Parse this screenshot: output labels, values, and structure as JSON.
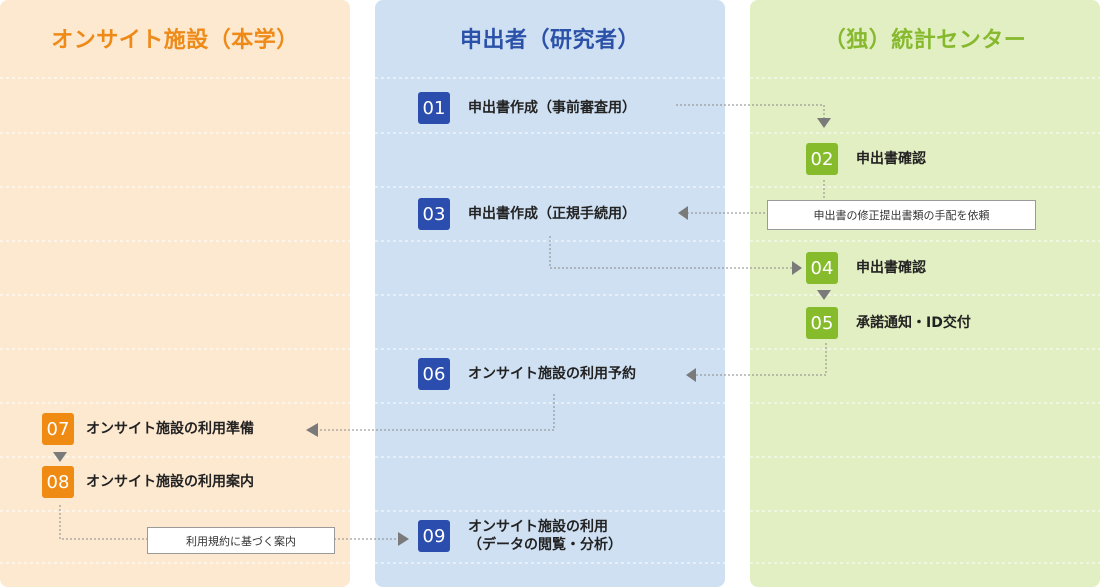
{
  "lanes": {
    "facility": "オンサイト施設（本学）",
    "applicant": "申出者（研究者）",
    "center": "（独）統計センター"
  },
  "steps": {
    "s01": {
      "num": "01",
      "label": "申出書作成（事前審査用）"
    },
    "s02": {
      "num": "02",
      "label": "申出書確認"
    },
    "s03": {
      "num": "03",
      "label": "申出書作成（正規手続用）"
    },
    "s04": {
      "num": "04",
      "label": "申出書確認"
    },
    "s05": {
      "num": "05",
      "label": "承諾通知・ID交付"
    },
    "s06": {
      "num": "06",
      "label": "オンサイト施設の利用予約"
    },
    "s07": {
      "num": "07",
      "label": "オンサイト施設の利用準備"
    },
    "s08": {
      "num": "08",
      "label": "オンサイト施設の利用案内"
    },
    "s09": {
      "num": "09",
      "label_line1": "オンサイト施設の利用",
      "label_line2": "（データの閲覧・分析）"
    }
  },
  "notes": {
    "revision_request": "申出書の修正提出書類の手配を依頼",
    "terms_guide": "利用規約に基づく案内"
  },
  "colors": {
    "facility_bg": "#fde8d0",
    "applicant_bg": "#cfe0f3",
    "center_bg": "#e2efc2",
    "blue": "#2b4dae",
    "green": "#86bc2c",
    "orange": "#ef8a12",
    "arrow": "#7a7a7a"
  }
}
